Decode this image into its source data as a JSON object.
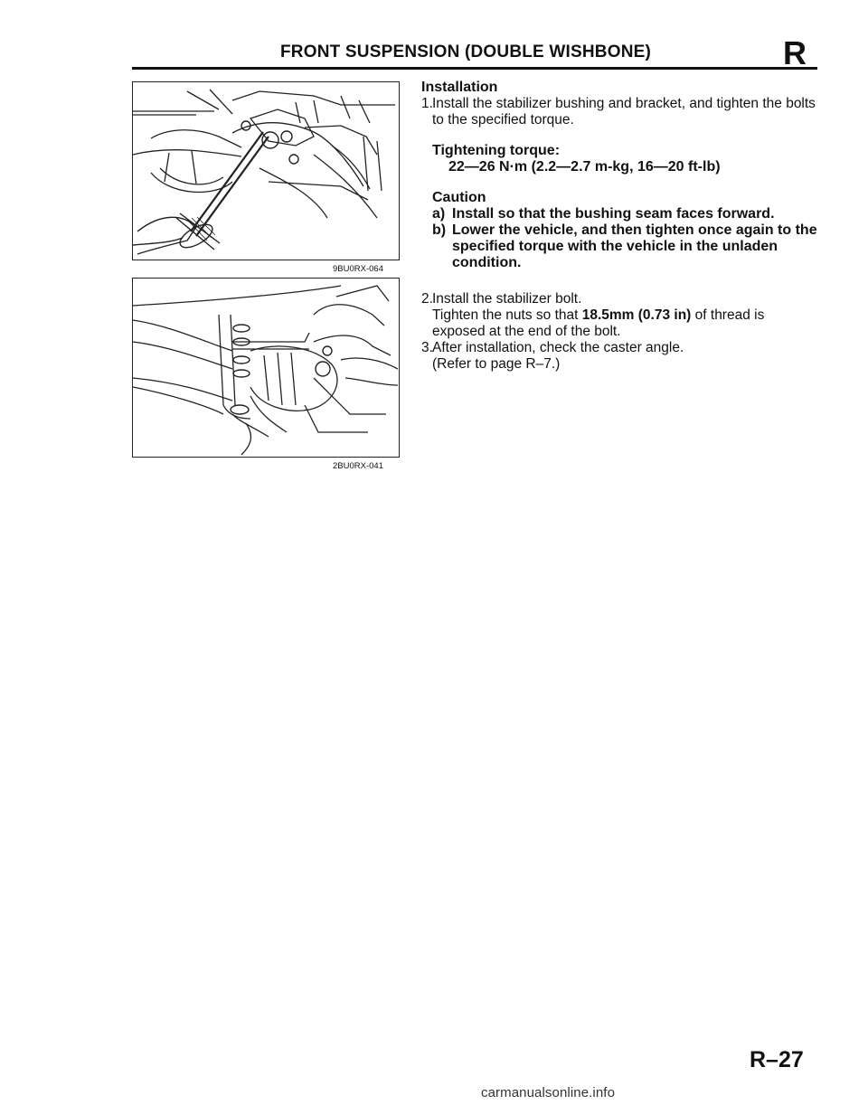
{
  "header": {
    "title": "FRONT SUSPENSION (DOUBLE WISHBONE)",
    "section_letter": "R"
  },
  "figures": [
    {
      "code": "9BU0RX-064",
      "subject": "torque-wrench-stabilizer-bracket"
    },
    {
      "code": "2BU0RX-041",
      "subject": "stabilizer-bolt-nuts"
    }
  ],
  "installation": {
    "heading": "Installation",
    "step1": {
      "number": "1.",
      "text": "Install the stabilizer bushing and bracket, and tighten the bolts to the specified torque."
    },
    "torque_label": "Tightening torque:",
    "torque_value": "22—26 N·m (2.2—2.7 m-kg, 16—20 ft-lb)",
    "caution_heading": "Caution",
    "caution_items": [
      {
        "mark": "a)",
        "text": "Install so that the bushing seam faces forward."
      },
      {
        "mark": "b)",
        "text": "Lower the vehicle, and then tighten once again to the specified torque with the vehicle in the unladen condition."
      }
    ],
    "step2": {
      "number": "2.",
      "line1": "Install the stabilizer bolt.",
      "before": "Tighten the nuts so that ",
      "bold1": "18.5mm (0.73 in)",
      "after": " of thread is exposed at the end of the bolt."
    },
    "step3": {
      "number": "3.",
      "text": "After installation, check the caster angle.",
      "ref": "(Refer to page R–7.)"
    }
  },
  "footer": {
    "page_number": "R–27",
    "watermark": "carmanualsonline.info"
  }
}
